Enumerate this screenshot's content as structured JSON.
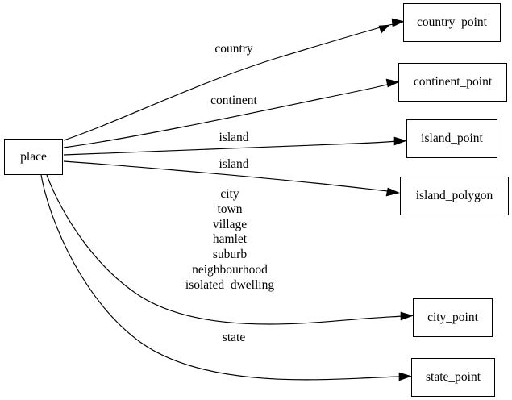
{
  "diagram": {
    "title": "place",
    "type": "directed-graph",
    "background_color": "#ffffff",
    "line_color": "#000000",
    "text_color": "#000000",
    "source_node": {
      "id": "place",
      "label": "place"
    },
    "target_nodes": [
      {
        "id": "country_point",
        "label": "country_point"
      },
      {
        "id": "continent_point",
        "label": "continent_point"
      },
      {
        "id": "island_point",
        "label": "island_point"
      },
      {
        "id": "island_polygon",
        "label": "island_polygon"
      },
      {
        "id": "city_point",
        "label": "city_point"
      },
      {
        "id": "state_point",
        "label": "state_point"
      }
    ],
    "edges": [
      {
        "from": "place",
        "to": "country_point",
        "label": "country"
      },
      {
        "from": "place",
        "to": "continent_point",
        "label": "continent"
      },
      {
        "from": "place",
        "to": "island_point",
        "label": "island"
      },
      {
        "from": "place",
        "to": "island_polygon",
        "label": "island"
      },
      {
        "from": "place",
        "to": "city_point",
        "label": "city\ntown\nvillage\nhamlet\nsuburb\nneighbourhood\nisolated_dwelling"
      },
      {
        "from": "place",
        "to": "state_point",
        "label": "state"
      }
    ],
    "edge_label_lines": {
      "country": [
        "country"
      ],
      "continent": [
        "continent"
      ],
      "island_a": [
        "island"
      ],
      "island_b": [
        "island"
      ],
      "city": [
        "city",
        "town",
        "village",
        "hamlet",
        "suburb",
        "neighbourhood",
        "isolated_dwelling"
      ],
      "state": [
        "state"
      ]
    }
  }
}
